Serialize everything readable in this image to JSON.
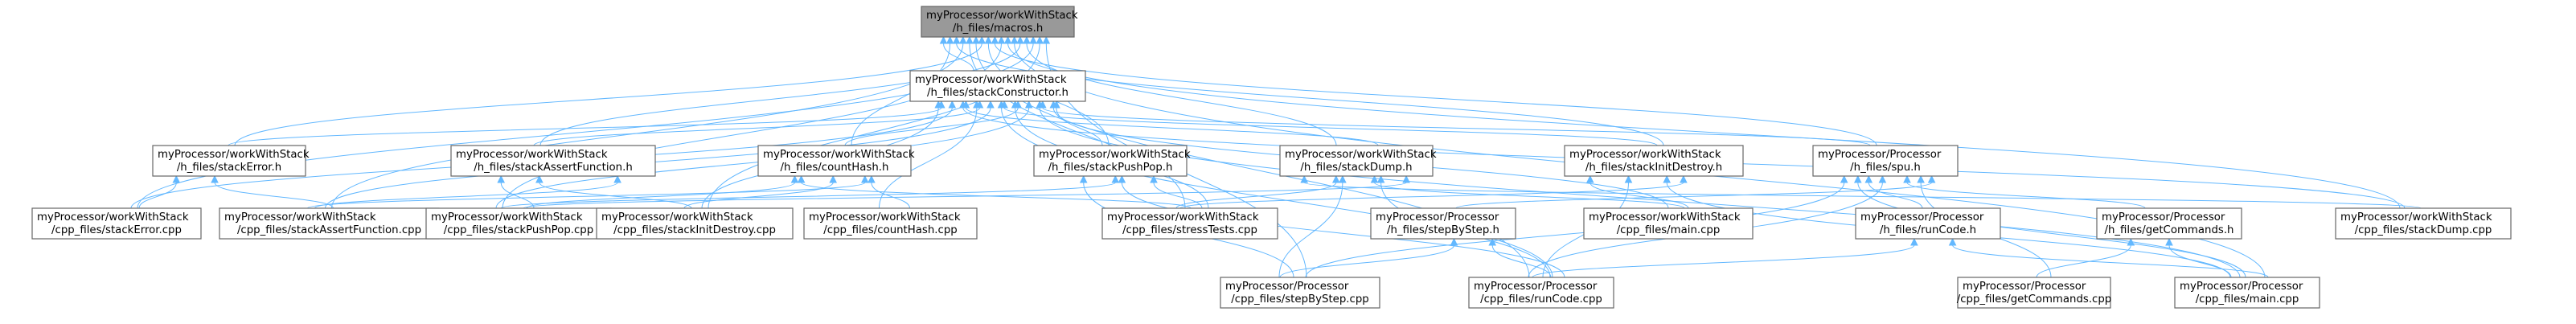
{
  "nodes": [
    {
      "id": "macros",
      "line1": "myProcessor/workWithStack",
      "line2": "/h_files/macros.h",
      "root": true
    },
    {
      "id": "stackConstructor",
      "line1": "myProcessor/workWithStack",
      "line2": "/h_files/stackConstructor.h"
    },
    {
      "id": "stackError_h",
      "line1": "myProcessor/workWithStack",
      "line2": "/h_files/stackError.h"
    },
    {
      "id": "stackAssertFunction_h",
      "line1": "myProcessor/workWithStack",
      "line2": "/h_files/stackAssertFunction.h"
    },
    {
      "id": "countHash_h",
      "line1": "myProcessor/workWithStack",
      "line2": "/h_files/countHash.h"
    },
    {
      "id": "stackPushPop_h",
      "line1": "myProcessor/workWithStack",
      "line2": "/h_files/stackPushPop.h"
    },
    {
      "id": "stackDump_h",
      "line1": "myProcessor/workWithStack",
      "line2": "/h_files/stackDump.h"
    },
    {
      "id": "stackInitDestroy_h",
      "line1": "myProcessor/workWithStack",
      "line2": "/h_files/stackInitDestroy.h"
    },
    {
      "id": "spu_h",
      "line1": "myProcessor/Processor",
      "line2": "/h_files/spu.h"
    },
    {
      "id": "stackError_cpp",
      "line1": "myProcessor/workWithStack",
      "line2": "/cpp_files/stackError.cpp"
    },
    {
      "id": "stackAssertFunction_cpp",
      "line1": "myProcessor/workWithStack",
      "line2": "/cpp_files/stackAssertFunction.cpp"
    },
    {
      "id": "stackPushPop_cpp",
      "line1": "myProcessor/workWithStack",
      "line2": "/cpp_files/stackPushPop.cpp"
    },
    {
      "id": "stackInitDestroy_cpp",
      "line1": "myProcessor/workWithStack",
      "line2": "/cpp_files/stackInitDestroy.cpp"
    },
    {
      "id": "countHash_cpp",
      "line1": "myProcessor/workWithStack",
      "line2": "/cpp_files/countHash.cpp"
    },
    {
      "id": "stressTests_cpp",
      "line1": "myProcessor/workWithStack",
      "line2": "/cpp_files/stressTests.cpp"
    },
    {
      "id": "stepByStep_h",
      "line1": "myProcessor/Processor",
      "line2": "/h_files/stepByStep.h"
    },
    {
      "id": "wws_main_cpp",
      "line1": "myProcessor/workWithStack",
      "line2": "/cpp_files/main.cpp"
    },
    {
      "id": "runCode_h",
      "line1": "myProcessor/Processor",
      "line2": "/h_files/runCode.h"
    },
    {
      "id": "getCommands_h",
      "line1": "myProcessor/Processor",
      "line2": "/h_files/getCommands.h"
    },
    {
      "id": "stackDump_cpp",
      "line1": "myProcessor/workWithStack",
      "line2": "/cpp_files/stackDump.cpp"
    },
    {
      "id": "stepByStep_cpp",
      "line1": "myProcessor/Processor",
      "line2": "/cpp_files/stepByStep.cpp"
    },
    {
      "id": "runCode_cpp",
      "line1": "myProcessor/Processor",
      "line2": "/cpp_files/runCode.cpp"
    },
    {
      "id": "getCommands_cpp",
      "line1": "myProcessor/Processor",
      "line2": "/cpp_files/getCommands.cpp"
    },
    {
      "id": "proc_main_cpp",
      "line1": "myProcessor/Processor",
      "line2": "/cpp_files/main.cpp"
    }
  ],
  "edges": [
    [
      "stackConstructor",
      "macros"
    ],
    [
      "stackError_h",
      "macros"
    ],
    [
      "stackAssertFunction_h",
      "macros"
    ],
    [
      "countHash_h",
      "macros"
    ],
    [
      "stackPushPop_h",
      "macros"
    ],
    [
      "stackDump_h",
      "macros"
    ],
    [
      "stackInitDestroy_h",
      "macros"
    ],
    [
      "spu_h",
      "macros"
    ],
    [
      "stackError_cpp",
      "macros"
    ],
    [
      "stackAssertFunction_cpp",
      "macros"
    ],
    [
      "stackPushPop_cpp",
      "macros"
    ],
    [
      "stackInitDestroy_cpp",
      "macros"
    ],
    [
      "stressTests_cpp",
      "macros"
    ],
    [
      "stackDump_cpp",
      "macros"
    ],
    [
      "stepByStep_cpp",
      "macros"
    ],
    [
      "runCode_cpp",
      "macros"
    ],
    [
      "proc_main_cpp",
      "macros"
    ],
    [
      "stackError_h",
      "stackConstructor"
    ],
    [
      "stackAssertFunction_h",
      "stackConstructor"
    ],
    [
      "countHash_h",
      "stackConstructor"
    ],
    [
      "stackPushPop_h",
      "stackConstructor"
    ],
    [
      "stackDump_h",
      "stackConstructor"
    ],
    [
      "stackInitDestroy_h",
      "stackConstructor"
    ],
    [
      "spu_h",
      "stackConstructor"
    ],
    [
      "stackError_cpp",
      "stackConstructor"
    ],
    [
      "stackAssertFunction_cpp",
      "stackConstructor"
    ],
    [
      "stackPushPop_cpp",
      "stackConstructor"
    ],
    [
      "stackInitDestroy_cpp",
      "stackConstructor"
    ],
    [
      "countHash_cpp",
      "stackConstructor"
    ],
    [
      "stressTests_cpp",
      "stackConstructor"
    ],
    [
      "wws_main_cpp",
      "stackConstructor"
    ],
    [
      "stackDump_cpp",
      "stackConstructor"
    ],
    [
      "runCode_cpp",
      "stackConstructor"
    ],
    [
      "proc_main_cpp",
      "stackConstructor"
    ],
    [
      "stackError_cpp",
      "stackError_h"
    ],
    [
      "stackAssertFunction_cpp",
      "stackError_h"
    ],
    [
      "stackAssertFunction_cpp",
      "stackAssertFunction_h"
    ],
    [
      "stackPushPop_cpp",
      "stackAssertFunction_h"
    ],
    [
      "stackInitDestroy_cpp",
      "stackAssertFunction_h"
    ],
    [
      "stackAssertFunction_cpp",
      "countHash_h"
    ],
    [
      "stackPushPop_cpp",
      "countHash_h"
    ],
    [
      "stackInitDestroy_cpp",
      "countHash_h"
    ],
    [
      "countHash_cpp",
      "countHash_h"
    ],
    [
      "stressTests_cpp",
      "countHash_h"
    ],
    [
      "stackPushPop_cpp",
      "stackPushPop_h"
    ],
    [
      "stressTests_cpp",
      "stackPushPop_h"
    ],
    [
      "stepByStep_cpp",
      "stackPushPop_h"
    ],
    [
      "runCode_cpp",
      "stackPushPop_h"
    ],
    [
      "stackPushPop_cpp",
      "stackDump_h"
    ],
    [
      "stressTests_cpp",
      "stackDump_h"
    ],
    [
      "wws_main_cpp",
      "stackDump_h"
    ],
    [
      "stackDump_cpp",
      "stackDump_h"
    ],
    [
      "stepByStep_cpp",
      "stackDump_h"
    ],
    [
      "runCode_cpp",
      "stackDump_h"
    ],
    [
      "stressTests_cpp",
      "stackInitDestroy_h"
    ],
    [
      "wws_main_cpp",
      "stackInitDestroy_h"
    ],
    [
      "runCode_cpp",
      "stackInitDestroy_h"
    ],
    [
      "proc_main_cpp",
      "stackInitDestroy_h"
    ],
    [
      "stepByStep_h",
      "spu_h"
    ],
    [
      "runCode_h",
      "spu_h"
    ],
    [
      "getCommands_h",
      "spu_h"
    ],
    [
      "stepByStep_cpp",
      "spu_h"
    ],
    [
      "runCode_cpp",
      "spu_h"
    ],
    [
      "getCommands_cpp",
      "spu_h"
    ],
    [
      "proc_main_cpp",
      "spu_h"
    ],
    [
      "stepByStep_cpp",
      "stepByStep_h"
    ],
    [
      "runCode_cpp",
      "stepByStep_h"
    ],
    [
      "runCode_cpp",
      "runCode_h"
    ],
    [
      "proc_main_cpp",
      "runCode_h"
    ],
    [
      "getCommands_cpp",
      "getCommands_h"
    ],
    [
      "proc_main_cpp",
      "getCommands_h"
    ]
  ]
}
